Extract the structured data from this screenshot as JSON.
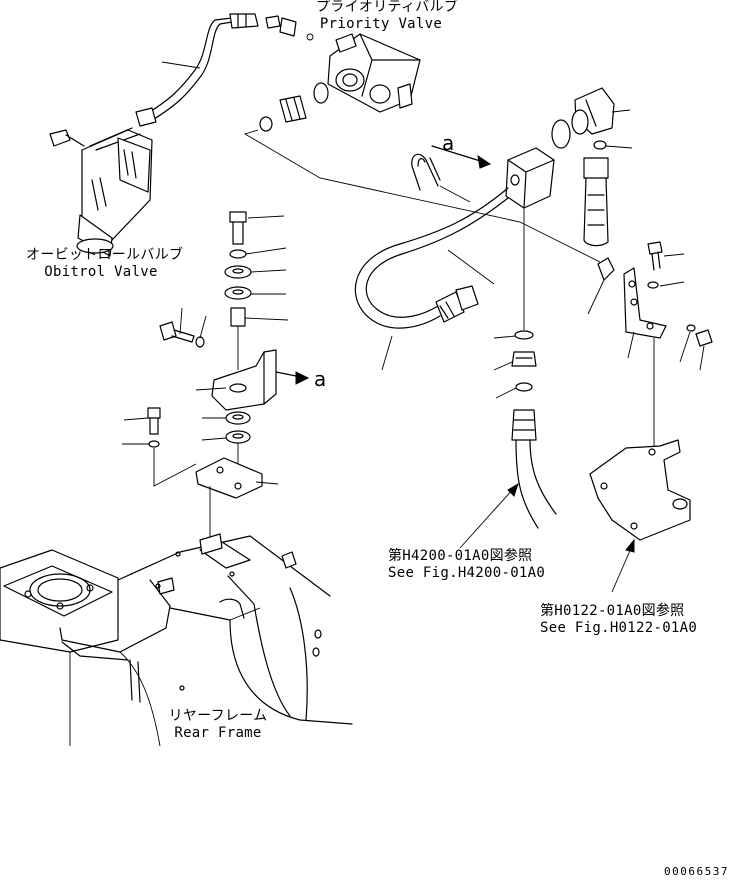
{
  "labels": {
    "priority_valve_jp": "プライオリティバルブ",
    "priority_valve_en": "Priority Valve",
    "orbitrol_valve_jp": "オービットロールバルブ",
    "orbitrol_valve_en": "Obitrol Valve",
    "ref_hose_jp": "第H4200-01A0図参照",
    "ref_hose_en": "See Fig.H4200-01A0",
    "ref_bracket_jp": "第H0122-01A0図参照",
    "ref_bracket_en": "See Fig.H0122-01A0",
    "rear_frame_jp": "リヤーフレーム",
    "rear_frame_en": "Rear Frame",
    "view_a_top": "a",
    "view_a_mid": "a",
    "drawing_number": "00066537"
  }
}
